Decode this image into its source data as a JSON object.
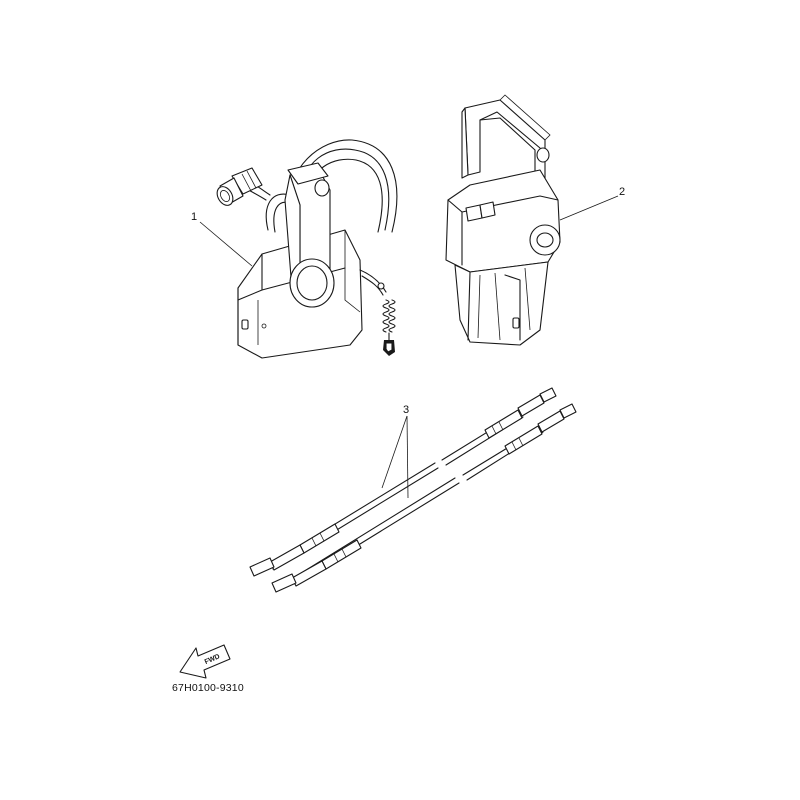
{
  "callouts": {
    "part1": "1",
    "part2": "2",
    "part3": "3"
  },
  "fwd_label": "FWD",
  "diagram_code": "67H0100-9310"
}
